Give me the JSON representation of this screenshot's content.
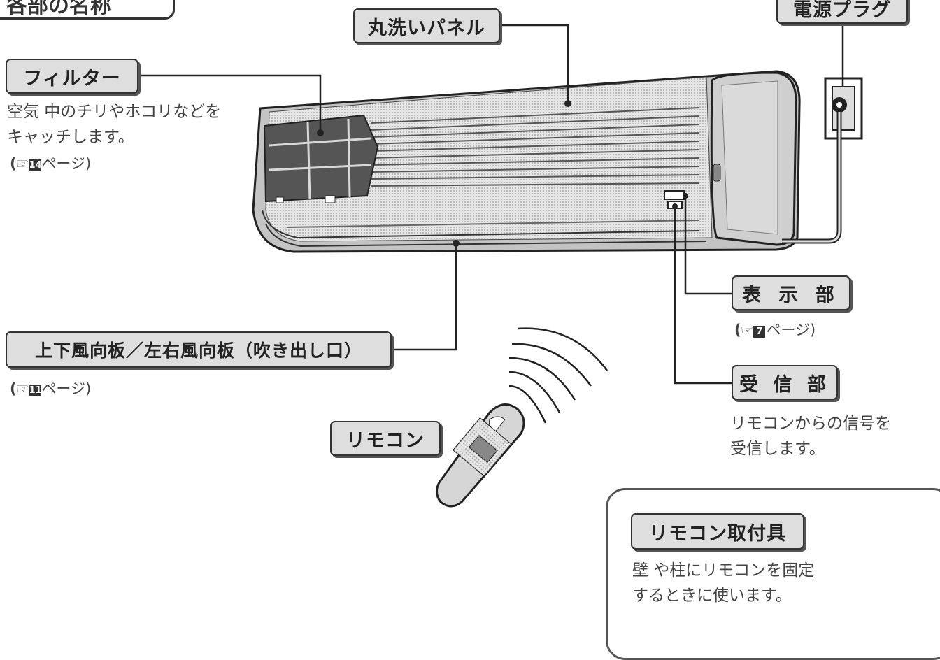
{
  "corner_title": "各部の名称",
  "labels": {
    "panel": "丸洗いパネル",
    "plug": "電源プラグ",
    "filter": "フィルター",
    "display": "表 示 部",
    "receiver": "受 信 部",
    "louver": "上下風向板／左右風向板（吹き出し口）",
    "remote": "リモコン",
    "holder": "リモコン取付具"
  },
  "notes": {
    "filter_line1": "空気 中のチリやホコリなどを",
    "filter_line2": "キャッチします。",
    "receiver_line1": "リモコンからの信号を",
    "receiver_line2": "受信します。",
    "holder_line1": "壁 や柱にリモコンを固定",
    "holder_line2": "するときに使います。"
  },
  "refs": {
    "pointer": "(☞",
    "suffix": "ページ)",
    "filter_page": "14",
    "display_page": "7",
    "louver_page": "11"
  }
}
